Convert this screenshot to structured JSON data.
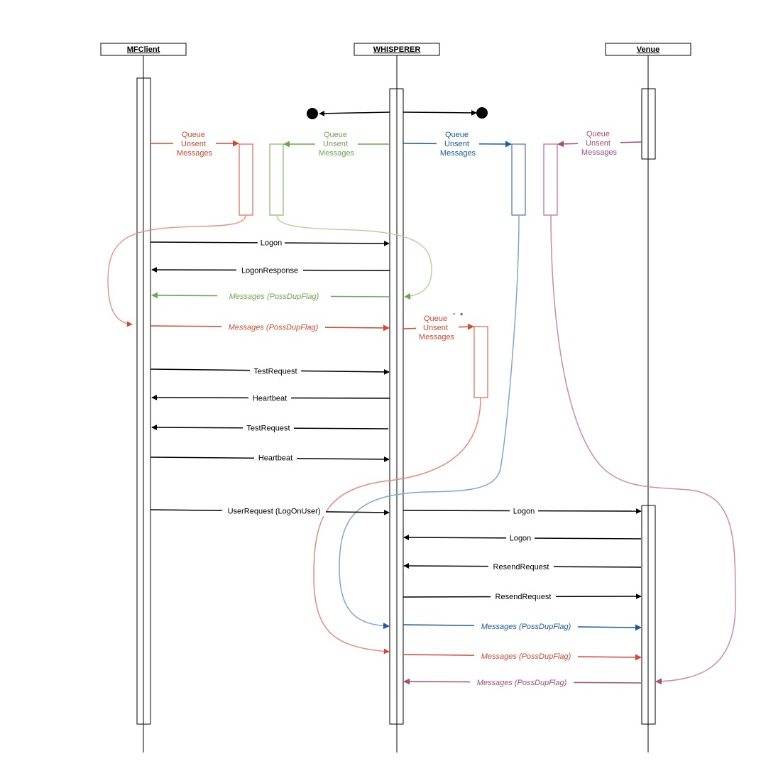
{
  "colors": {
    "black": "#000000",
    "red": "#d34a2e",
    "red_soft": "#e9897a",
    "green": "#6aa84f",
    "green_soft": "#a9cf96",
    "blue": "#1c5b9c",
    "blue_soft": "#7fa8cc",
    "purple": "#a64d79",
    "purple_soft": "#c98ca9"
  },
  "participants": {
    "mfclient": "MFClient",
    "whisperer": "WHISPERER",
    "venue": "Venue"
  },
  "queues": {
    "red_top": [
      "Queue",
      "Unsent",
      "Messages"
    ],
    "green_top": [
      "Queue",
      "Unsent",
      "Messages"
    ],
    "blue_top": [
      "Queue",
      "Unsent",
      "Messages"
    ],
    "purple_top": [
      "Queue",
      "Unsent",
      "Messages"
    ],
    "red_mid": [
      "Queue",
      "Unsent",
      "Messages"
    ],
    "red_mid_mark_a": "-",
    "red_mid_mark_b": "*"
  },
  "messages": {
    "logon": "Logon",
    "logon_response": "LogonResponse",
    "green_messages": "Messages (PossDupFlag)",
    "red_messages": "Messages (PossDupFlag)",
    "test_request_1": "TestRequest",
    "heartbeat_1": "Heartbeat",
    "test_request_2": "TestRequest",
    "heartbeat_2": "Heartbeat",
    "user_request": "UserRequest (LogOnUser)",
    "venue_logon_out": "Logon",
    "venue_logon_in": "Logon",
    "resend_in": "ResendRequest",
    "resend_out": "ResendRequest",
    "blue_messages": "Messages (PossDupFlag)",
    "red_messages_venue": "Messages (PossDupFlag)",
    "purple_messages": "Messages (PossDupFlag)"
  }
}
